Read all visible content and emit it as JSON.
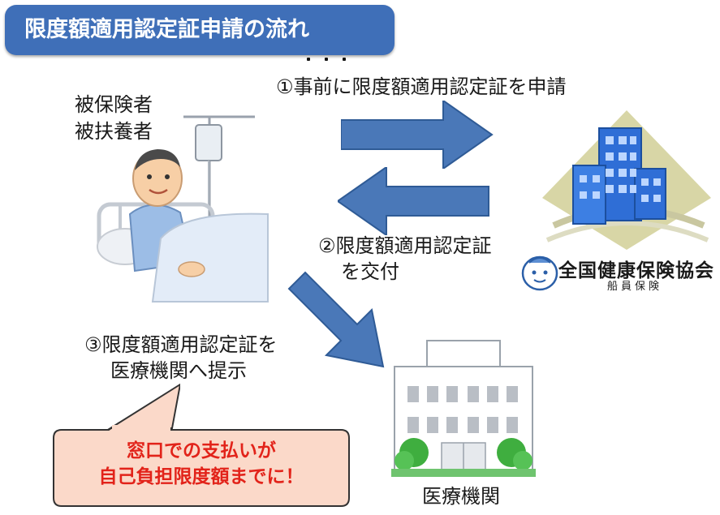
{
  "title": "限度額適用認定証申請の流れ",
  "patient": {
    "line1": "被保険者",
    "line2": "被扶養者"
  },
  "steps": {
    "step1": "①事前に限度額適用認定証を申請",
    "step2_line1": "②限度額適用認定証",
    "step2_line2": "を交付",
    "step3_line1": "③限度額適用認定証を",
    "step3_line2": "医療機関へ提示"
  },
  "callout": {
    "line1": "窓口での支払いが",
    "line2": "自己負担限度額までに！"
  },
  "association": {
    "name": "全国健康保険協会",
    "sub": "船員保険"
  },
  "hospital": {
    "label": "医療機関"
  },
  "colors": {
    "title_bg": "#3f6fb8",
    "arrow": "#4a78b8",
    "callout_bg": "#fbd9c9",
    "callout_text": "#e2231a"
  }
}
